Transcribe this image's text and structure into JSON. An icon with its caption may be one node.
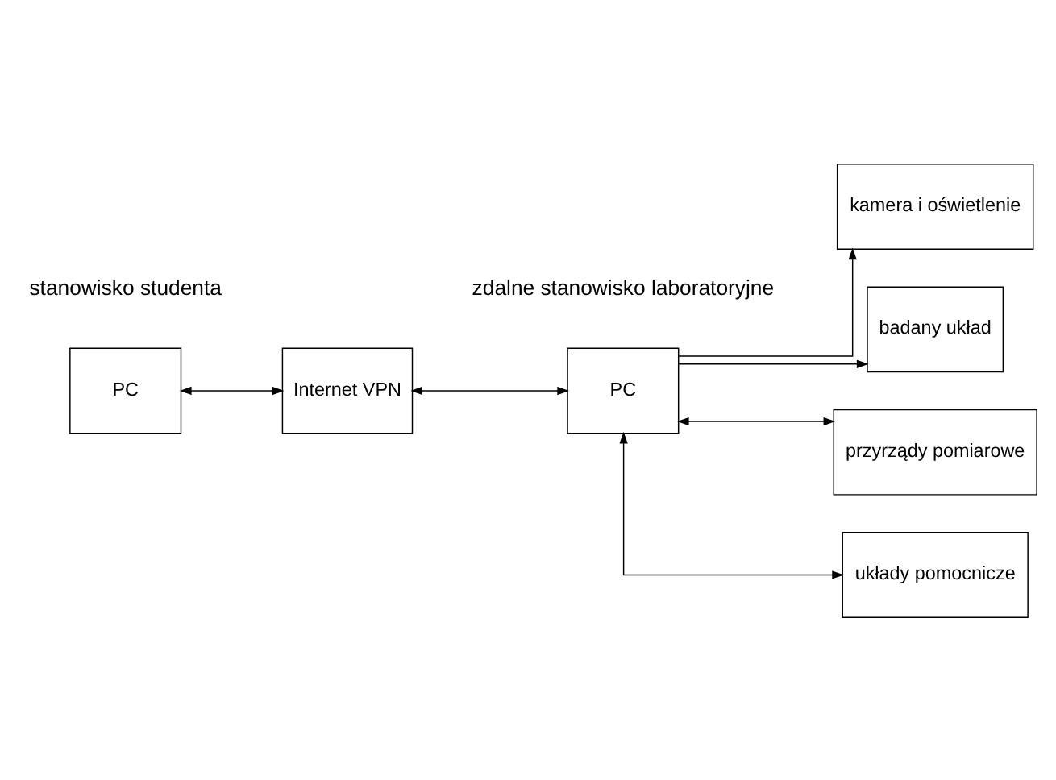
{
  "diagram": {
    "nodes": [
      {
        "text": [
          "PC"
        ]
      },
      {
        "text": [
          "Internet VPN"
        ]
      },
      {
        "text": [
          "PC"
        ]
      },
      {
        "text": [
          "kamera i oświetlenie"
        ]
      },
      {
        "text": [
          "badany układ"
        ]
      },
      {
        "text": [
          "przyrządy pomiarowe"
        ]
      },
      {
        "text": [
          "układy pomocnicze"
        ]
      }
    ],
    "edges": [
      {
        "from": 0,
        "to": 1,
        "arrow": "both"
      },
      {
        "from": 1,
        "to": 2,
        "arrow": "both"
      },
      {
        "from": 2,
        "to": 3,
        "arrow": "to"
      },
      {
        "from": 2,
        "to": 4,
        "arrow": "to"
      },
      {
        "from": 2,
        "to": 5,
        "arrow": "both"
      },
      {
        "from": 2,
        "to": 6,
        "arrow": "both"
      }
    ],
    "labels": [
      "stanowisko studenta",
      "zdalne stanowisko laboratoryjne"
    ]
  }
}
